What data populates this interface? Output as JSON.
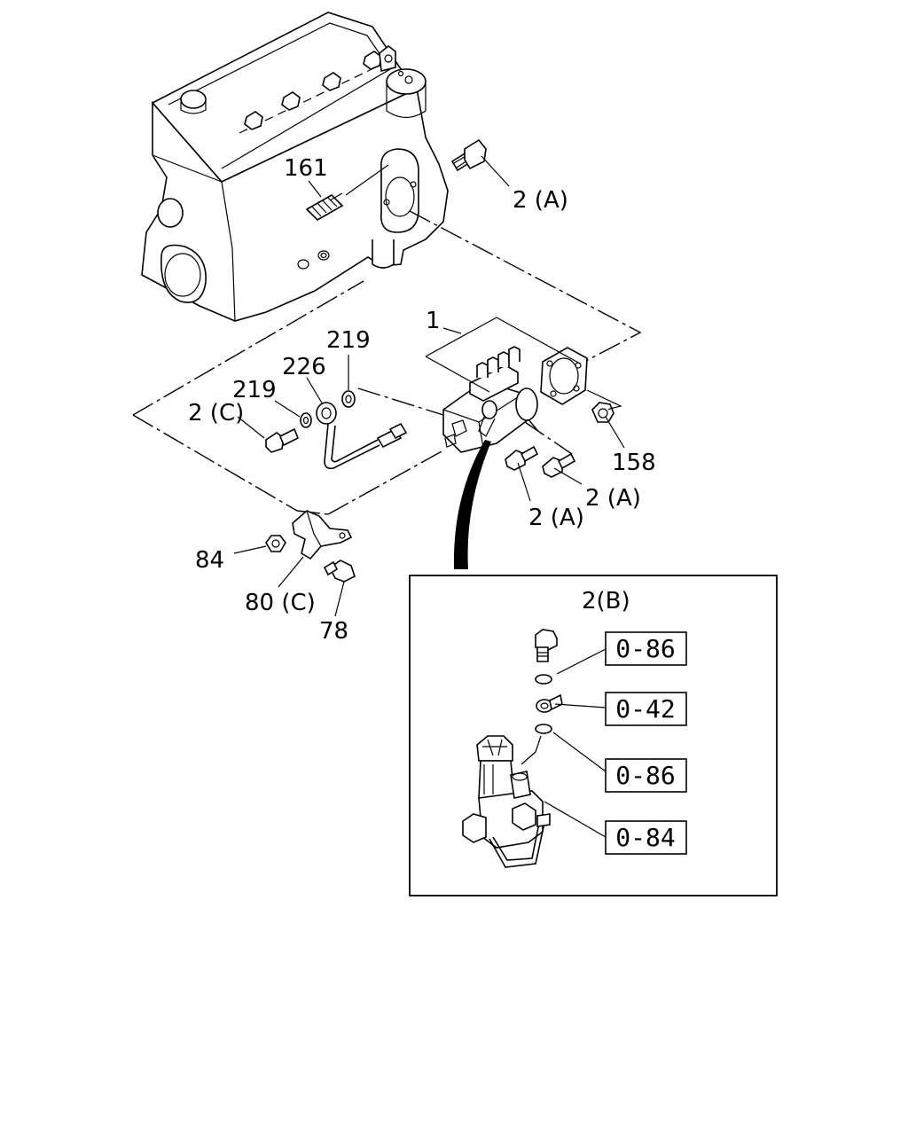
{
  "callouts": {
    "c161": "161",
    "c2a_top": "2 (A)",
    "c1": "1",
    "c219_top": "219",
    "c226": "226",
    "c219_left": "219",
    "c2c": "2 (C)",
    "c158": "158",
    "c2a_right": "2 (A)",
    "c2a_bottom": "2 (A)",
    "c84": "84",
    "c80c": "80 (C)",
    "c78": "78"
  },
  "detail": {
    "c2b": "2(B)",
    "refs": [
      "0-86",
      "0-42",
      "0-86",
      "0-84"
    ]
  }
}
